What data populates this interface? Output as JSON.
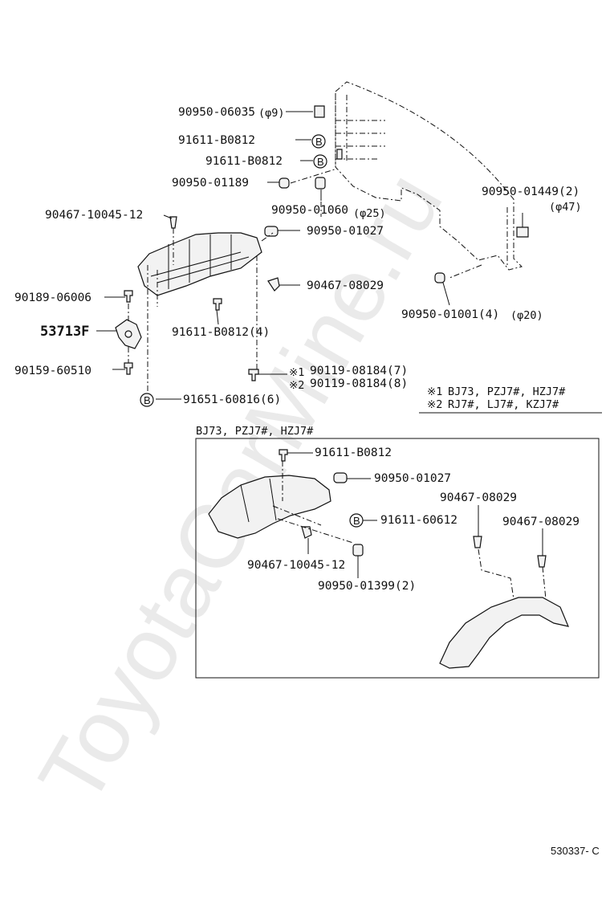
{
  "watermark": "ToyotaCarMine.ru",
  "diagram_code": "530337- C",
  "main_parts": [
    {
      "id": "p1",
      "text": "90950-06035"
    },
    {
      "id": "p1b",
      "text": "(φ9)"
    },
    {
      "id": "p2",
      "text": "91611-B0812"
    },
    {
      "id": "p3",
      "text": "91611-B0812"
    },
    {
      "id": "p4",
      "text": "90950-01189"
    },
    {
      "id": "p5",
      "text": "90950-01060"
    },
    {
      "id": "p5b",
      "text": "(φ25)"
    },
    {
      "id": "p6",
      "text": "90950-01449(2)"
    },
    {
      "id": "p6b",
      "text": "(φ47)"
    },
    {
      "id": "p7",
      "text": "90467-10045-12"
    },
    {
      "id": "p8",
      "text": "90950-01027"
    },
    {
      "id": "p9",
      "text": "90467-08029"
    },
    {
      "id": "p10",
      "text": "90189-06006"
    },
    {
      "id": "p11",
      "text": "90950-01001(4)"
    },
    {
      "id": "p11b",
      "text": "(φ20)"
    },
    {
      "id": "p12",
      "text": "53713F"
    },
    {
      "id": "p13",
      "text": "91611-B0812(4)"
    },
    {
      "id": "p14",
      "text": "90159-60510"
    },
    {
      "id": "p15",
      "text": "90119-08184(7)"
    },
    {
      "id": "p16",
      "text": "90119-08184(8)"
    },
    {
      "id": "p17",
      "text": "91651-60816(6)"
    }
  ],
  "markers": {
    "b": "B",
    "mark1": "※1",
    "mark2": "※2"
  },
  "notes": [
    {
      "mark": "※1",
      "text": "BJ73, PZJ7#, HZJ7#"
    },
    {
      "mark": "※2",
      "text": "RJ7#, LJ7#, KZJ7#"
    }
  ],
  "inset": {
    "title": "BJ73, PZJ7#, HZJ7#",
    "parts": [
      {
        "id": "i1",
        "text": "91611-B0812"
      },
      {
        "id": "i2",
        "text": "90950-01027"
      },
      {
        "id": "i3",
        "text": "90467-08029"
      },
      {
        "id": "i4",
        "text": "91611-60612"
      },
      {
        "id": "i5",
        "text": "90467-08029"
      },
      {
        "id": "i6",
        "text": "90467-10045-12"
      },
      {
        "id": "i7",
        "text": "90950-01399(2)"
      }
    ]
  }
}
